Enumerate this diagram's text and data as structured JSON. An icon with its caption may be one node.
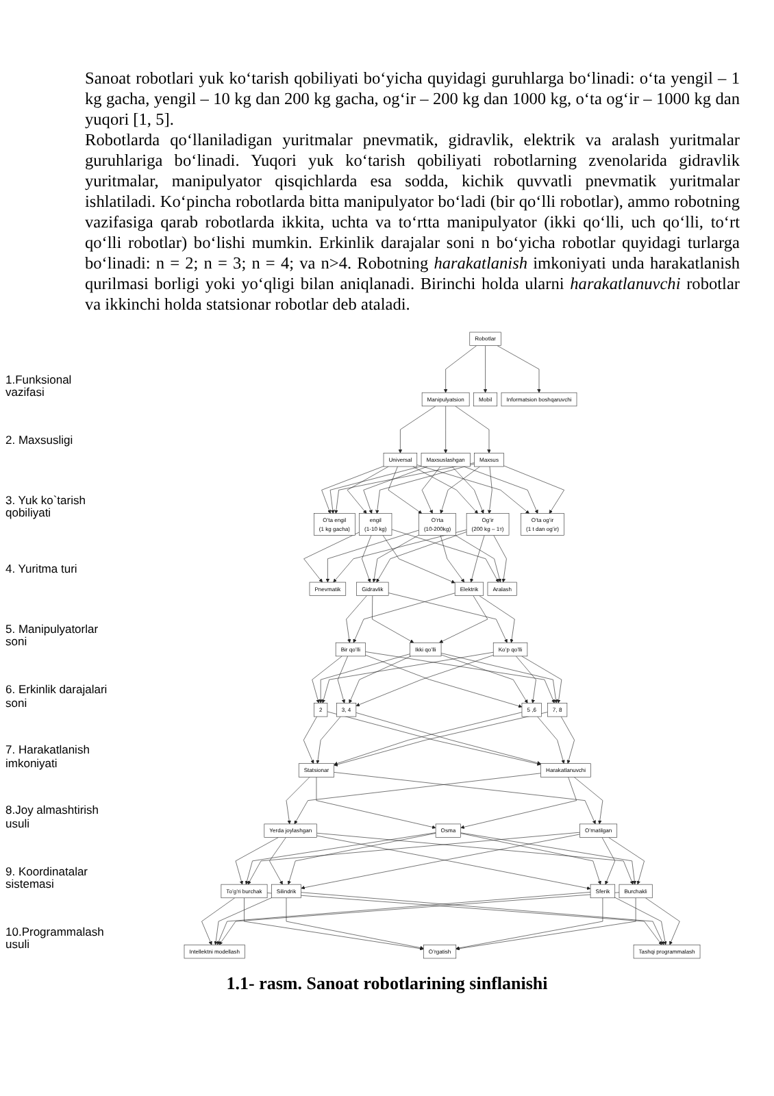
{
  "diagram": {
    "caption": "1.1- rasm. Sanoat robotlarining sinflanishi",
    "nodes": [
      {
        "text": [
          "Robotlar"
        ]
      },
      {
        "text": [
          "Manipulyatsion"
        ]
      },
      {
        "text": [
          "Mobil"
        ]
      },
      {
        "text": [
          "Informatsion boshqaruvchi"
        ]
      },
      {
        "text": [
          "Universal"
        ]
      },
      {
        "text": [
          "Maxsuslashgan"
        ]
      },
      {
        "text": [
          "Maxsus"
        ]
      },
      {
        "text": [
          "O’ta engil",
          "(1 kg gacha)"
        ]
      },
      {
        "text": [
          "engil",
          "(1-10 kg)"
        ]
      },
      {
        "text": [
          "O’rta",
          "(10-200kg)"
        ]
      },
      {
        "text": [
          "Og’ir",
          "(200 kg – 1т)"
        ]
      },
      {
        "text": [
          "O’ta og’ir",
          "(1 t dan og’ir)"
        ]
      },
      {
        "text": [
          "Pnevmatik"
        ]
      },
      {
        "text": [
          "Gidravlik"
        ]
      },
      {
        "text": [
          "Elektrik"
        ]
      },
      {
        "text": [
          "Aralash"
        ]
      },
      {
        "text": [
          "Bir qo’lli"
        ]
      },
      {
        "text": [
          "Ikki qo’lli"
        ]
      },
      {
        "text": [
          "Ko’p qo’lli"
        ]
      },
      {
        "text": [
          "2"
        ]
      },
      {
        "text": [
          "3, 4"
        ]
      },
      {
        "text": [
          "5 ,6"
        ]
      },
      {
        "text": [
          "7, 8"
        ]
      },
      {
        "text": [
          "Statsionar"
        ]
      },
      {
        "text": [
          "Harakatlanuvchi"
        ]
      },
      {
        "text": [
          "Yerda joylashgan"
        ]
      },
      {
        "text": [
          "Osma"
        ]
      },
      {
        "text": [
          "O’rnatilgan"
        ]
      },
      {
        "text": [
          "To’g’ri burchak"
        ]
      },
      {
        "text": [
          "Silindrik"
        ]
      },
      {
        "text": [
          "Sferik"
        ]
      },
      {
        "text": [
          "Burchakli"
        ]
      },
      {
        "text": [
          "Intellektni modellash"
        ]
      },
      {
        "text": [
          "O’rgatish"
        ]
      },
      {
        "text": [
          "Tashqi programmalash"
        ]
      }
    ],
    "edges": [
      {
        "from": 0,
        "to": 1,
        "arrow": "to"
      },
      {
        "from": 0,
        "to": 2,
        "arrow": "to"
      },
      {
        "from": 0,
        "to": 3,
        "arrow": "to"
      },
      {
        "from": 1,
        "to": 4,
        "arrow": "to"
      },
      {
        "from": 1,
        "to": 5,
        "arrow": "to"
      },
      {
        "from": 1,
        "to": 6,
        "arrow": "to"
      },
      {
        "from": 4,
        "to": 7,
        "arrow": "to"
      },
      {
        "from": 4,
        "to": 8,
        "arrow": "to"
      },
      {
        "from": 4,
        "to": 9,
        "arrow": "to"
      },
      {
        "from": 4,
        "to": 10,
        "arrow": "to"
      },
      {
        "from": 4,
        "to": 11,
        "arrow": "to"
      },
      {
        "from": 5,
        "to": 7,
        "arrow": "to"
      },
      {
        "from": 5,
        "to": 8,
        "arrow": "to"
      },
      {
        "from": 5,
        "to": 9,
        "arrow": "to"
      },
      {
        "from": 5,
        "to": 10,
        "arrow": "to"
      },
      {
        "from": 5,
        "to": 11,
        "arrow": "to"
      },
      {
        "from": 6,
        "to": 7,
        "arrow": "to"
      },
      {
        "from": 6,
        "to": 8,
        "arrow": "to"
      },
      {
        "from": 6,
        "to": 9,
        "arrow": "to"
      },
      {
        "from": 6,
        "to": 10,
        "arrow": "to"
      },
      {
        "from": 6,
        "to": 11,
        "arrow": "to"
      },
      {
        "from": 8,
        "to": 12,
        "arrow": "to"
      },
      {
        "from": 8,
        "to": 13,
        "arrow": "to"
      },
      {
        "from": 8,
        "to": 14,
        "arrow": "to"
      },
      {
        "from": 8,
        "to": 15,
        "arrow": "to"
      },
      {
        "from": 9,
        "to": 12,
        "arrow": "to"
      },
      {
        "from": 9,
        "to": 13,
        "arrow": "to"
      },
      {
        "from": 9,
        "to": 14,
        "arrow": "to"
      },
      {
        "from": 9,
        "to": 15,
        "arrow": "to"
      },
      {
        "from": 10,
        "to": 12,
        "arrow": "to"
      },
      {
        "from": 10,
        "to": 13,
        "arrow": "to"
      },
      {
        "from": 10,
        "to": 14,
        "arrow": "to"
      },
      {
        "from": 10,
        "to": 15,
        "arrow": "to"
      },
      {
        "from": 13,
        "to": 16,
        "arrow": "to"
      },
      {
        "from": 13,
        "to": 17,
        "arrow": "to"
      },
      {
        "from": 13,
        "to": 18,
        "arrow": "to"
      },
      {
        "from": 14,
        "to": 16,
        "arrow": "to"
      },
      {
        "from": 14,
        "to": 17,
        "arrow": "to"
      },
      {
        "from": 14,
        "to": 18,
        "arrow": "to"
      },
      {
        "from": 16,
        "to": 19,
        "arrow": "to"
      },
      {
        "from": 16,
        "to": 20,
        "arrow": "to"
      },
      {
        "from": 16,
        "to": 21,
        "arrow": "to"
      },
      {
        "from": 16,
        "to": 22,
        "arrow": "to"
      },
      {
        "from": 17,
        "to": 19,
        "arrow": "to"
      },
      {
        "from": 17,
        "to": 20,
        "arrow": "to"
      },
      {
        "from": 17,
        "to": 21,
        "arrow": "to"
      },
      {
        "from": 17,
        "to": 22,
        "arrow": "to"
      },
      {
        "from": 18,
        "to": 19,
        "arrow": "to"
      },
      {
        "from": 18,
        "to": 20,
        "arrow": "to"
      },
      {
        "from": 18,
        "to": 21,
        "arrow": "to"
      },
      {
        "from": 18,
        "to": 22,
        "arrow": "to"
      },
      {
        "from": 19,
        "to": 23,
        "arrow": "to"
      },
      {
        "from": 19,
        "to": 24,
        "arrow": "to"
      },
      {
        "from": 20,
        "to": 23,
        "arrow": "to"
      },
      {
        "from": 20,
        "to": 24,
        "arrow": "to"
      },
      {
        "from": 21,
        "to": 23,
        "arrow": "to"
      },
      {
        "from": 21,
        "to": 24,
        "arrow": "to"
      },
      {
        "from": 22,
        "to": 23,
        "arrow": "to"
      },
      {
        "from": 22,
        "to": 24,
        "arrow": "to"
      },
      {
        "from": 23,
        "to": 25,
        "arrow": "to"
      },
      {
        "from": 23,
        "to": 26,
        "arrow": "to"
      },
      {
        "from": 23,
        "to": 27,
        "arrow": "to"
      },
      {
        "from": 24,
        "to": 25,
        "arrow": "to"
      },
      {
        "from": 24,
        "to": 26,
        "arrow": "to"
      },
      {
        "from": 24,
        "to": 27,
        "arrow": "to"
      },
      {
        "from": 25,
        "to": 28,
        "arrow": "to"
      },
      {
        "from": 25,
        "to": 29,
        "arrow": "to"
      },
      {
        "from": 25,
        "to": 30,
        "arrow": "to"
      },
      {
        "from": 25,
        "to": 31,
        "arrow": "to"
      },
      {
        "from": 26,
        "to": 28,
        "arrow": "to"
      },
      {
        "from": 26,
        "to": 29,
        "arrow": "to"
      },
      {
        "from": 26,
        "to": 30,
        "arrow": "to"
      },
      {
        "from": 26,
        "to": 31,
        "arrow": "to"
      },
      {
        "from": 27,
        "to": 28,
        "arrow": "to"
      },
      {
        "from": 27,
        "to": 29,
        "arrow": "to"
      },
      {
        "from": 27,
        "to": 30,
        "arrow": "to"
      },
      {
        "from": 27,
        "to": 31,
        "arrow": "to"
      },
      {
        "from": 28,
        "to": 32,
        "arrow": "to"
      },
      {
        "from": 28,
        "to": 33,
        "arrow": "to"
      },
      {
        "from": 28,
        "to": 34,
        "arrow": "to"
      },
      {
        "from": 29,
        "to": 32,
        "arrow": "to"
      },
      {
        "from": 29,
        "to": 33,
        "arrow": "to"
      },
      {
        "from": 29,
        "to": 34,
        "arrow": "to"
      },
      {
        "from": 30,
        "to": 32,
        "arrow": "to"
      },
      {
        "from": 30,
        "to": 33,
        "arrow": "to"
      },
      {
        "from": 30,
        "to": 34,
        "arrow": "to"
      },
      {
        "from": 31,
        "to": 32,
        "arrow": "to"
      },
      {
        "from": 31,
        "to": 33,
        "arrow": "to"
      },
      {
        "from": 31,
        "to": 34,
        "arrow": "to"
      }
    ],
    "labels": [
      "Sanoat robotlari yuk ko‘tarish qobiliyati bo‘yicha quyidagi guruhlarga bo‘linadi: o‘ta yengil – 1 kg gacha, yengil – 10 kg dan 200 kg gacha, og‘ir – 200 kg dan 1000 kg, o‘ta og‘ir – 1000 kg dan yuqori [1, 5].",
      "Robotlarda qo‘llaniladigan yuritmalar pnevmatik, gidravlik, elektrik va aralash yuritmalar guruhlariga bo‘linadi. Yuqori yuk ko‘tarish qobiliyati robotlarning zvenolarida gidravlik yuritmalar, manipulyator qisqichlarda esa sodda, kichik quvvatli pnevmatik yuritmalar ishlatiladi. Ko‘pincha robotlarda bitta manipulyator bo‘ladi (bir qo‘lli robotlar), ammo robotning vazifasiga qarab robotlarda ikkita, uchta va to‘rtta manipulyator (ikki qo‘lli, uch qo‘lli, to‘rt qo‘lli robotlar) bo‘lishi mumkin. Erkinlik darajalar soni n bo‘yicha robotlar quyidagi turlarga bo‘linadi: n = 2; n = 3; n = 4; va n>4. Robotning *harakatlanish* imkoniyati unda harakatlanish qurilmasi borligi yoki yo‘qligi bilan aniqlanadi. Birinchi holda ularni *harakatlanuvchi* robotlar va ikkinchi holda statsionar robotlar deb ataladi.",
      "1.Funksional vazifasi",
      "2. Maxsusligi",
      "3. Yuk ko`tarish qobiliyati",
      "4. Yuritma turi",
      "5. Manipulyatorlar soni",
      "6. Erkinlik darajalari soni",
      "7. Harakatlanish imkoniyati",
      "8.Joy almashtirish usuli",
      "9. Koordinatalar sistemasi",
      "10.Programmalash usuli"
    ]
  }
}
